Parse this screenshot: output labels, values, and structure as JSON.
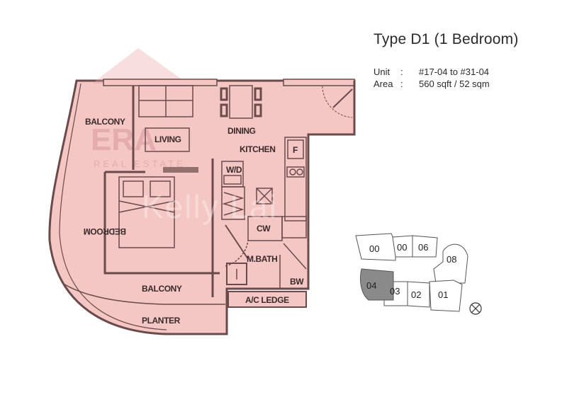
{
  "header": {
    "title": "Type D1 (1 Bedroom)",
    "unit_label": "Unit",
    "unit_sep": ":",
    "unit_value": "#17-04 to #31-04",
    "area_label": "Area",
    "area_sep": ":",
    "area_value": "560 sqft / 52 sqm"
  },
  "floorplan": {
    "rooms": {
      "balcony_top": "BALCONY",
      "living": "LIVING",
      "dining": "DINING",
      "kitchen": "KITCHEN",
      "fridge": "F",
      "washer_dryer": "W/D",
      "bedroom": "BEDROOM",
      "closet": "CW",
      "master_bath": "M.BATH",
      "bw": "BW",
      "balcony_bottom": "BALCONY",
      "ac_ledge": "A/C LEDGE",
      "planter": "PLANTER"
    },
    "colors": {
      "fill": "#f4c6c4",
      "wall": "#6b4a4c"
    }
  },
  "watermarks": {
    "brand": "ERA",
    "brand_sub": "REAL ESTATE",
    "overlay": "Kelly Lai"
  },
  "key_plan": {
    "units": [
      "00",
      "00",
      "06",
      "08",
      "04",
      "03",
      "02",
      "01"
    ],
    "highlighted": "04",
    "highlight_color": "#8a8a8a",
    "north_icon": "compass-icon"
  }
}
